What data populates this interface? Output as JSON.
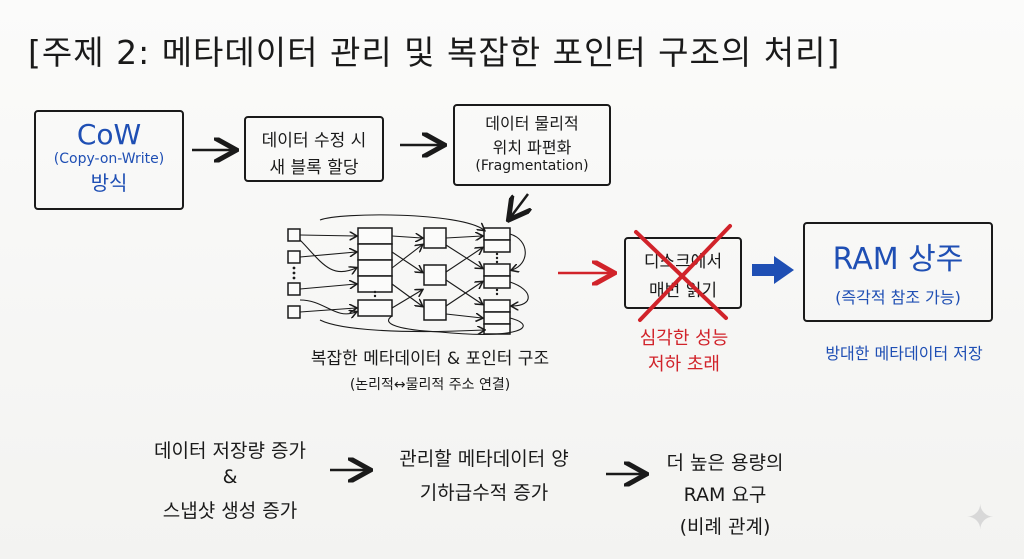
{
  "title": "[주제 2: 메타데이터 관리 및 복잡한 포인터 구조의 처리]",
  "cow": {
    "line1": "CoW",
    "line2": "(Copy-on-Write)",
    "line3": "방식"
  },
  "alloc": {
    "line1": "데이터 수정 시",
    "line2": "새 블록 할당"
  },
  "frag": {
    "line1": "데이터 물리적",
    "line2": "위치 파편화",
    "line3": "(Fragmentation)"
  },
  "structure": {
    "line1": "복잡한 메타데이터 & 포인터 구조",
    "line2": "(논리적↔물리적 주소 연결)"
  },
  "disk": {
    "line1": "디스크에서",
    "line2": "매번 읽기"
  },
  "degrade": {
    "line1": "심각한 성능",
    "line2": "저하 초래"
  },
  "ram": {
    "line1": "RAM 상주",
    "line2": "(즉각적 참조 가능)"
  },
  "massive": "방대한 메타데이터 저장",
  "growth": {
    "line1": "데이터 저장량 증가",
    "amp": "&",
    "line2": "스냅샷 생성 증가"
  },
  "exp": {
    "line1": "관리할 메타데이터 양",
    "line2": "기하급수적 증가"
  },
  "more_ram": {
    "line1": "더 높은 용량의",
    "line2": "RAM 요구",
    "line3": "(비례 관계)"
  },
  "colors": {
    "ink": "#1a1a1a",
    "blue": "#1f4fb4",
    "red": "#d1232a",
    "arrow_blue": "#1f4fb4"
  }
}
